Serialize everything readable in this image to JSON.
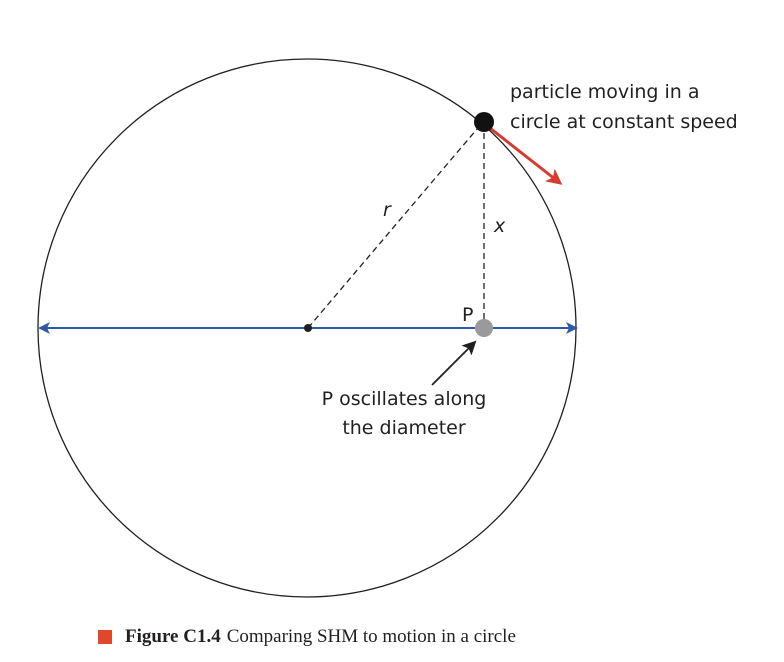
{
  "labels": {
    "particle_line1": "particle moving in a",
    "particle_line2": "circle at constant speed",
    "radius": "r",
    "displacement": "x",
    "point_p": "P",
    "oscillation_line1": "P oscillates along",
    "oscillation_line2": "the diameter"
  },
  "caption": {
    "number": "Figure C1.4",
    "text": "Comparing SHM to motion in a circle"
  },
  "colors": {
    "circle": "#231f20",
    "diameter": "#2e5aa8",
    "velocity": "#d63c2e",
    "particle": "#111111",
    "point_p": "#9a9a9a",
    "caption_marker": "#e0472c"
  }
}
